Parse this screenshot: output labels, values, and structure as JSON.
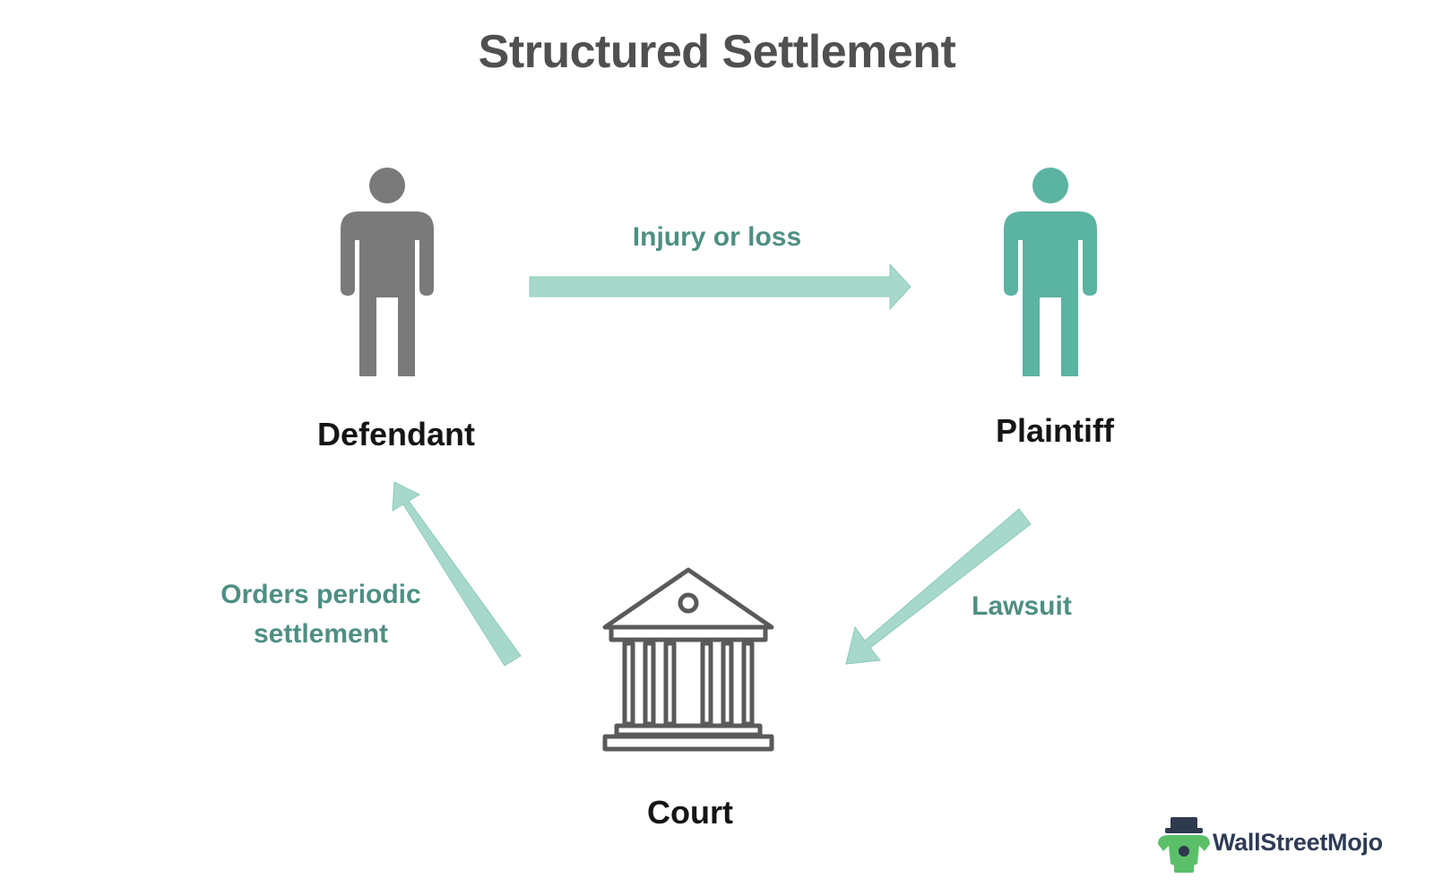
{
  "title": "Structured Settlement",
  "nodes": {
    "defendant": "Defendant",
    "plaintiff": "Plaintiff",
    "court": "Court"
  },
  "edges": {
    "injury": "Injury or loss",
    "lawsuit": "Lawsuit",
    "orders_line1": "Orders periodic",
    "orders_line2": "settlement"
  },
  "brand": "WallStreetMojo",
  "colors": {
    "defendant": "#7a7a7a",
    "plaintiff": "#5bb3a2",
    "arrow": "#a7d8cc",
    "edge_text": "#4e8f83",
    "court": "#5a5a5a"
  }
}
